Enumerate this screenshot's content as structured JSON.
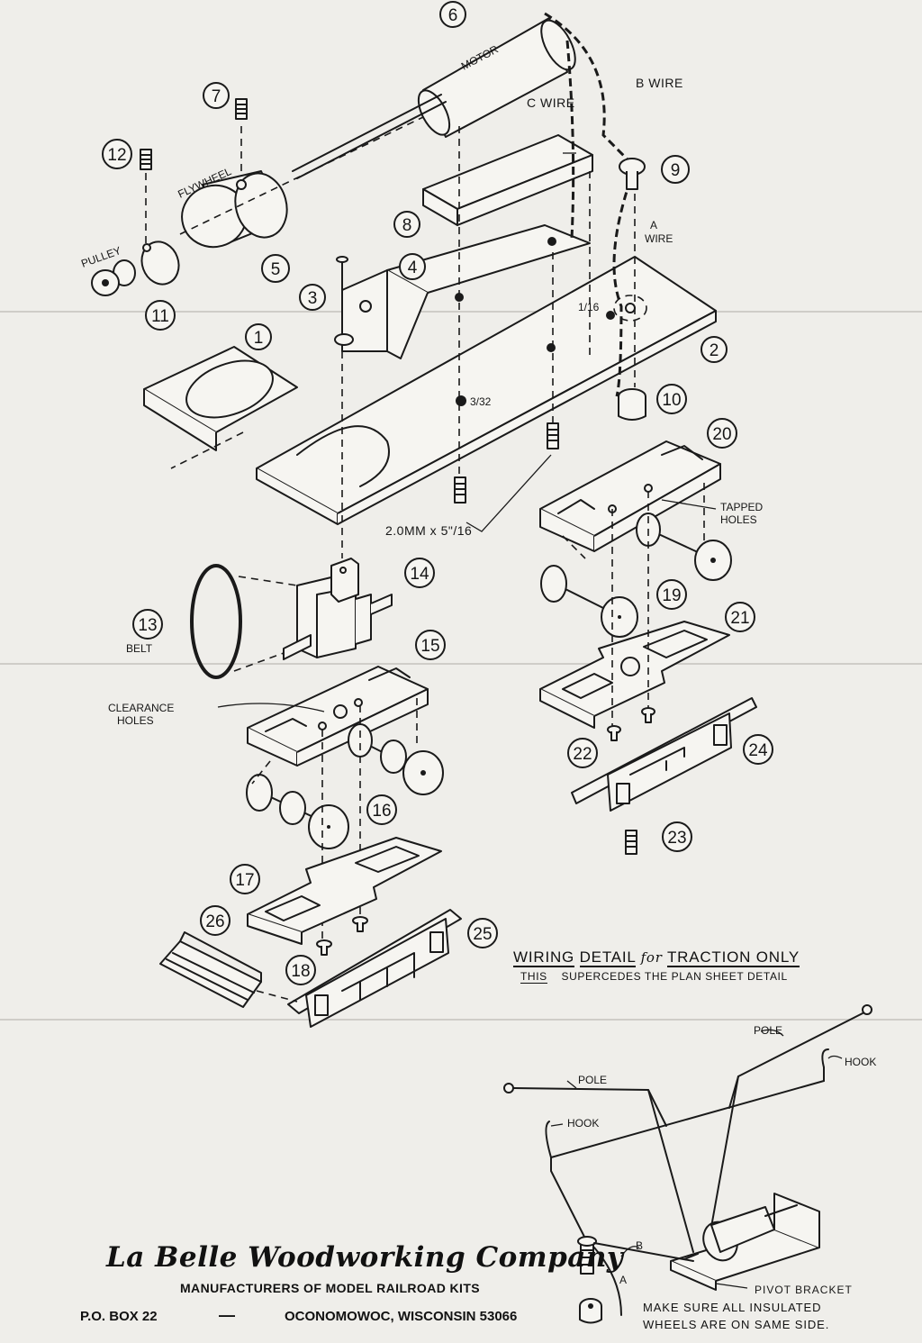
{
  "parts": [
    {
      "num": "1"
    },
    {
      "num": "2"
    },
    {
      "num": "3"
    },
    {
      "num": "4"
    },
    {
      "num": "5"
    },
    {
      "num": "6"
    },
    {
      "num": "7"
    },
    {
      "num": "8"
    },
    {
      "num": "9"
    },
    {
      "num": "10"
    },
    {
      "num": "11"
    },
    {
      "num": "12"
    },
    {
      "num": "13"
    },
    {
      "num": "14"
    },
    {
      "num": "15"
    },
    {
      "num": "16"
    },
    {
      "num": "17"
    },
    {
      "num": "18"
    },
    {
      "num": "19"
    },
    {
      "num": "20"
    },
    {
      "num": "21"
    },
    {
      "num": "22"
    },
    {
      "num": "23"
    },
    {
      "num": "24"
    },
    {
      "num": "25"
    },
    {
      "num": "26"
    }
  ],
  "labels": {
    "motor": "MOTOR",
    "flywheel": "FLYWHEEL",
    "pulley": "PULLEY",
    "b_wire": "B WIRE",
    "c_wire": "C WIRE",
    "a_wire_line1": "A",
    "a_wire_line2": "WIRE",
    "sixteenth": "1/16",
    "three_32": "3/32",
    "screw_size": "2.0MM x 5\"/16",
    "tapped_holes_line1": "TAPPED",
    "tapped_holes_line2": "HOLES",
    "belt": "BELT",
    "clearance_holes_line1": "CLEARANCE",
    "clearance_holes_line2": "HOLES"
  },
  "wiring": {
    "title_part1": "WIRING",
    "title_part2": "DETAIL",
    "title_for": "for",
    "title_part3": "TRACTION ONLY",
    "subtitle_part1": "THIS",
    "subtitle_part2": "SUPERCEDES THE PLAN SHEET DETAIL",
    "pole_1": "POLE",
    "pole_2": "POLE",
    "hook_1": "HOOK",
    "hook_2": "HOOK",
    "wire_a": "A",
    "wire_b": "B",
    "pivot_bracket": "PIVOT BRACKET",
    "note_line1": "MAKE SURE ALL INSULATED",
    "note_line2": "WHEELS ARE ON SAME SIDE."
  },
  "company": {
    "name": "La Belle Woodworking Company",
    "tagline": "MANUFACTURERS OF MODEL RAILROAD KITS",
    "po_box": "P.O. BOX 22",
    "separator": "—",
    "city": "OCONOMOWOC, WISCONSIN 53066"
  }
}
